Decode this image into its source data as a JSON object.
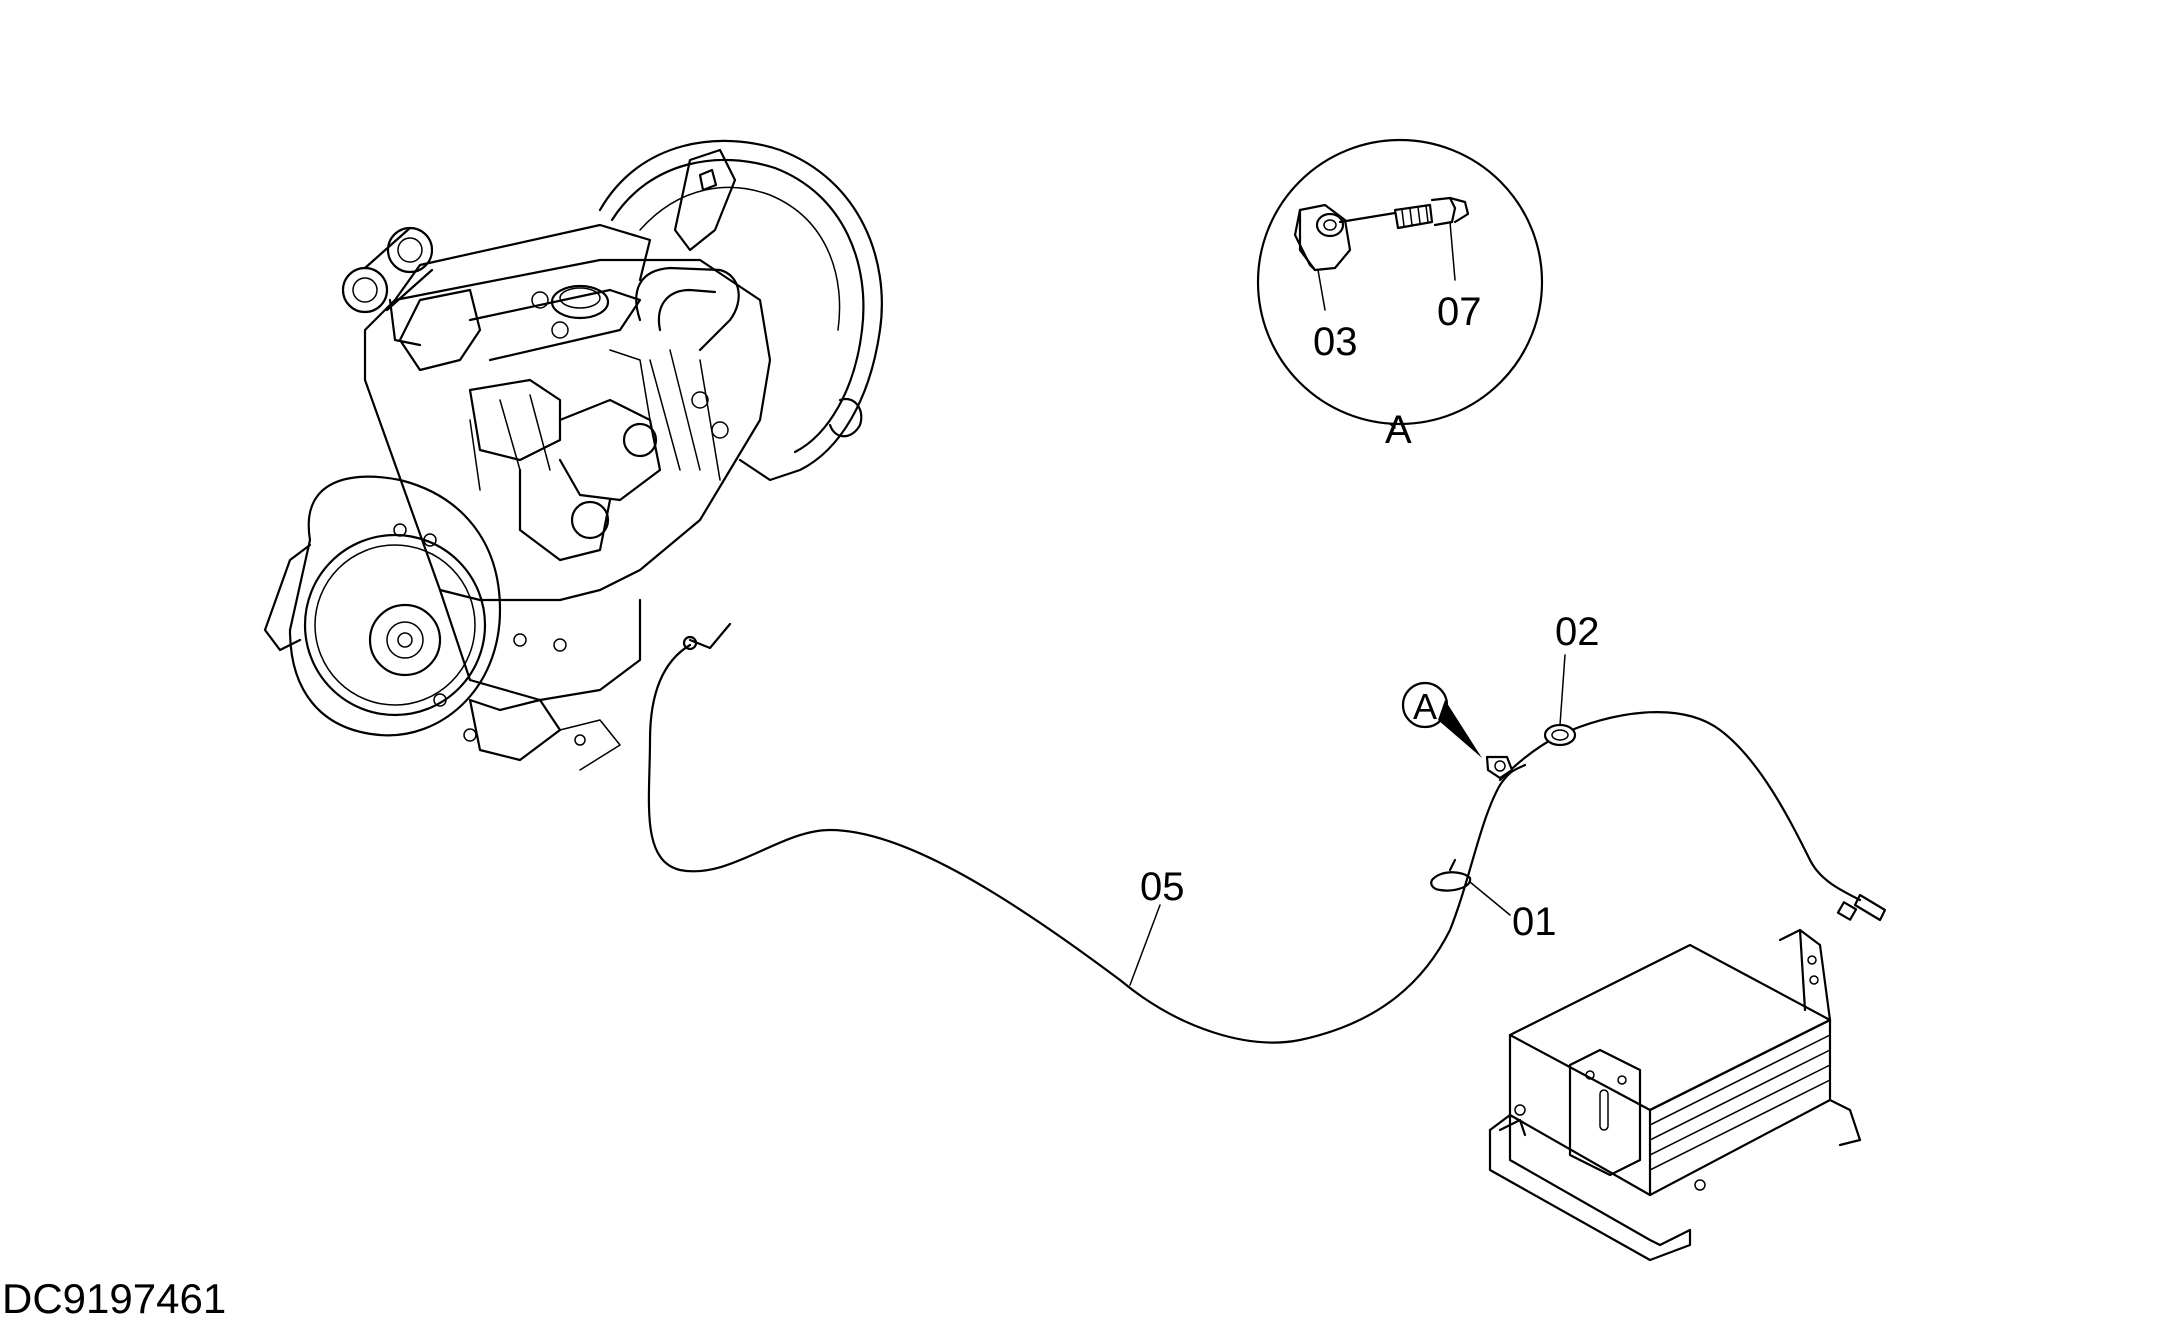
{
  "drawing": {
    "code": "DC9197461",
    "detail_label": "A",
    "callout_label": "A",
    "part_labels": {
      "p01": "01",
      "p02": "02",
      "p03": "03",
      "p05": "05",
      "p07": "07"
    }
  }
}
